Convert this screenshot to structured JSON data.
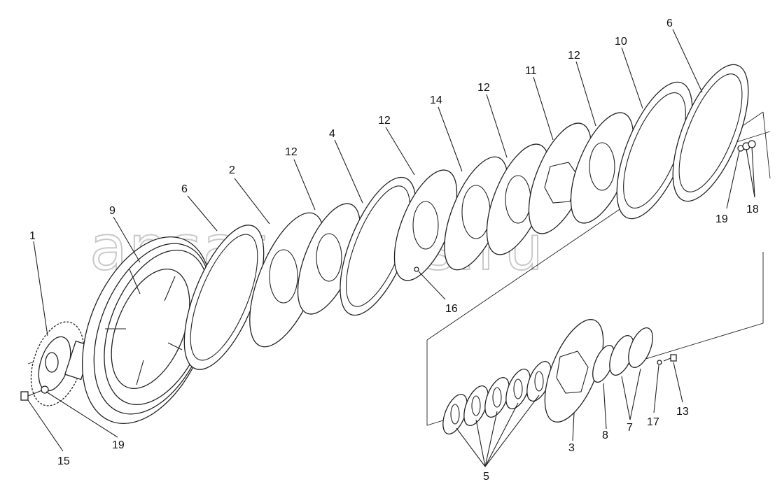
{
  "watermark": "ansat-parts.ru",
  "callouts": {
    "c1": "1",
    "c9": "9",
    "c6a": "6",
    "c2": "2",
    "c12a": "12",
    "c4": "4",
    "c12b": "12",
    "c14": "14",
    "c12c": "12",
    "c11": "11",
    "c12d": "12",
    "c10": "10",
    "c6b": "6",
    "c19a": "19",
    "c18": "18",
    "c16": "16",
    "c15": "15",
    "c19b": "19",
    "c5": "5",
    "c3": "3",
    "c8": "8",
    "c7": "7",
    "c17": "17",
    "c13": "13"
  }
}
